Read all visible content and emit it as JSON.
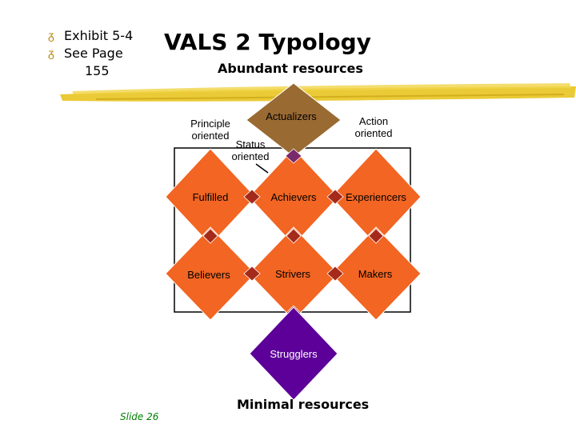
{
  "bullets": [
    {
      "icon": "z-bullet-icon",
      "text": "Exhibit 5-4"
    },
    {
      "icon": "z-bullet-icon",
      "text": "See  Page"
    },
    {
      "icon": "",
      "text": "155"
    }
  ],
  "title": "VALS 2 Typology",
  "top_label": "Abundant   resources",
  "bottom_label": "Minimal resources",
  "orientation": {
    "principle": "Principle\noriented",
    "status": "Status\noriented",
    "action": "Action\noriented"
  },
  "segments": {
    "actualizers": "Actualizers",
    "fulfilled": "Fulfilled",
    "achievers": "Achievers",
    "experiencers": "Experiencers",
    "believers": "Believers",
    "strivers": "Strivers",
    "makers": "Makers",
    "strugglers": "Strugglers"
  },
  "slide_label": "Slide 26",
  "colors": {
    "orange": "#f26522",
    "dark_red": "#a52a1a",
    "brown": "#9a6a33",
    "purple": "#5c0099",
    "gold": "#e8c420"
  }
}
